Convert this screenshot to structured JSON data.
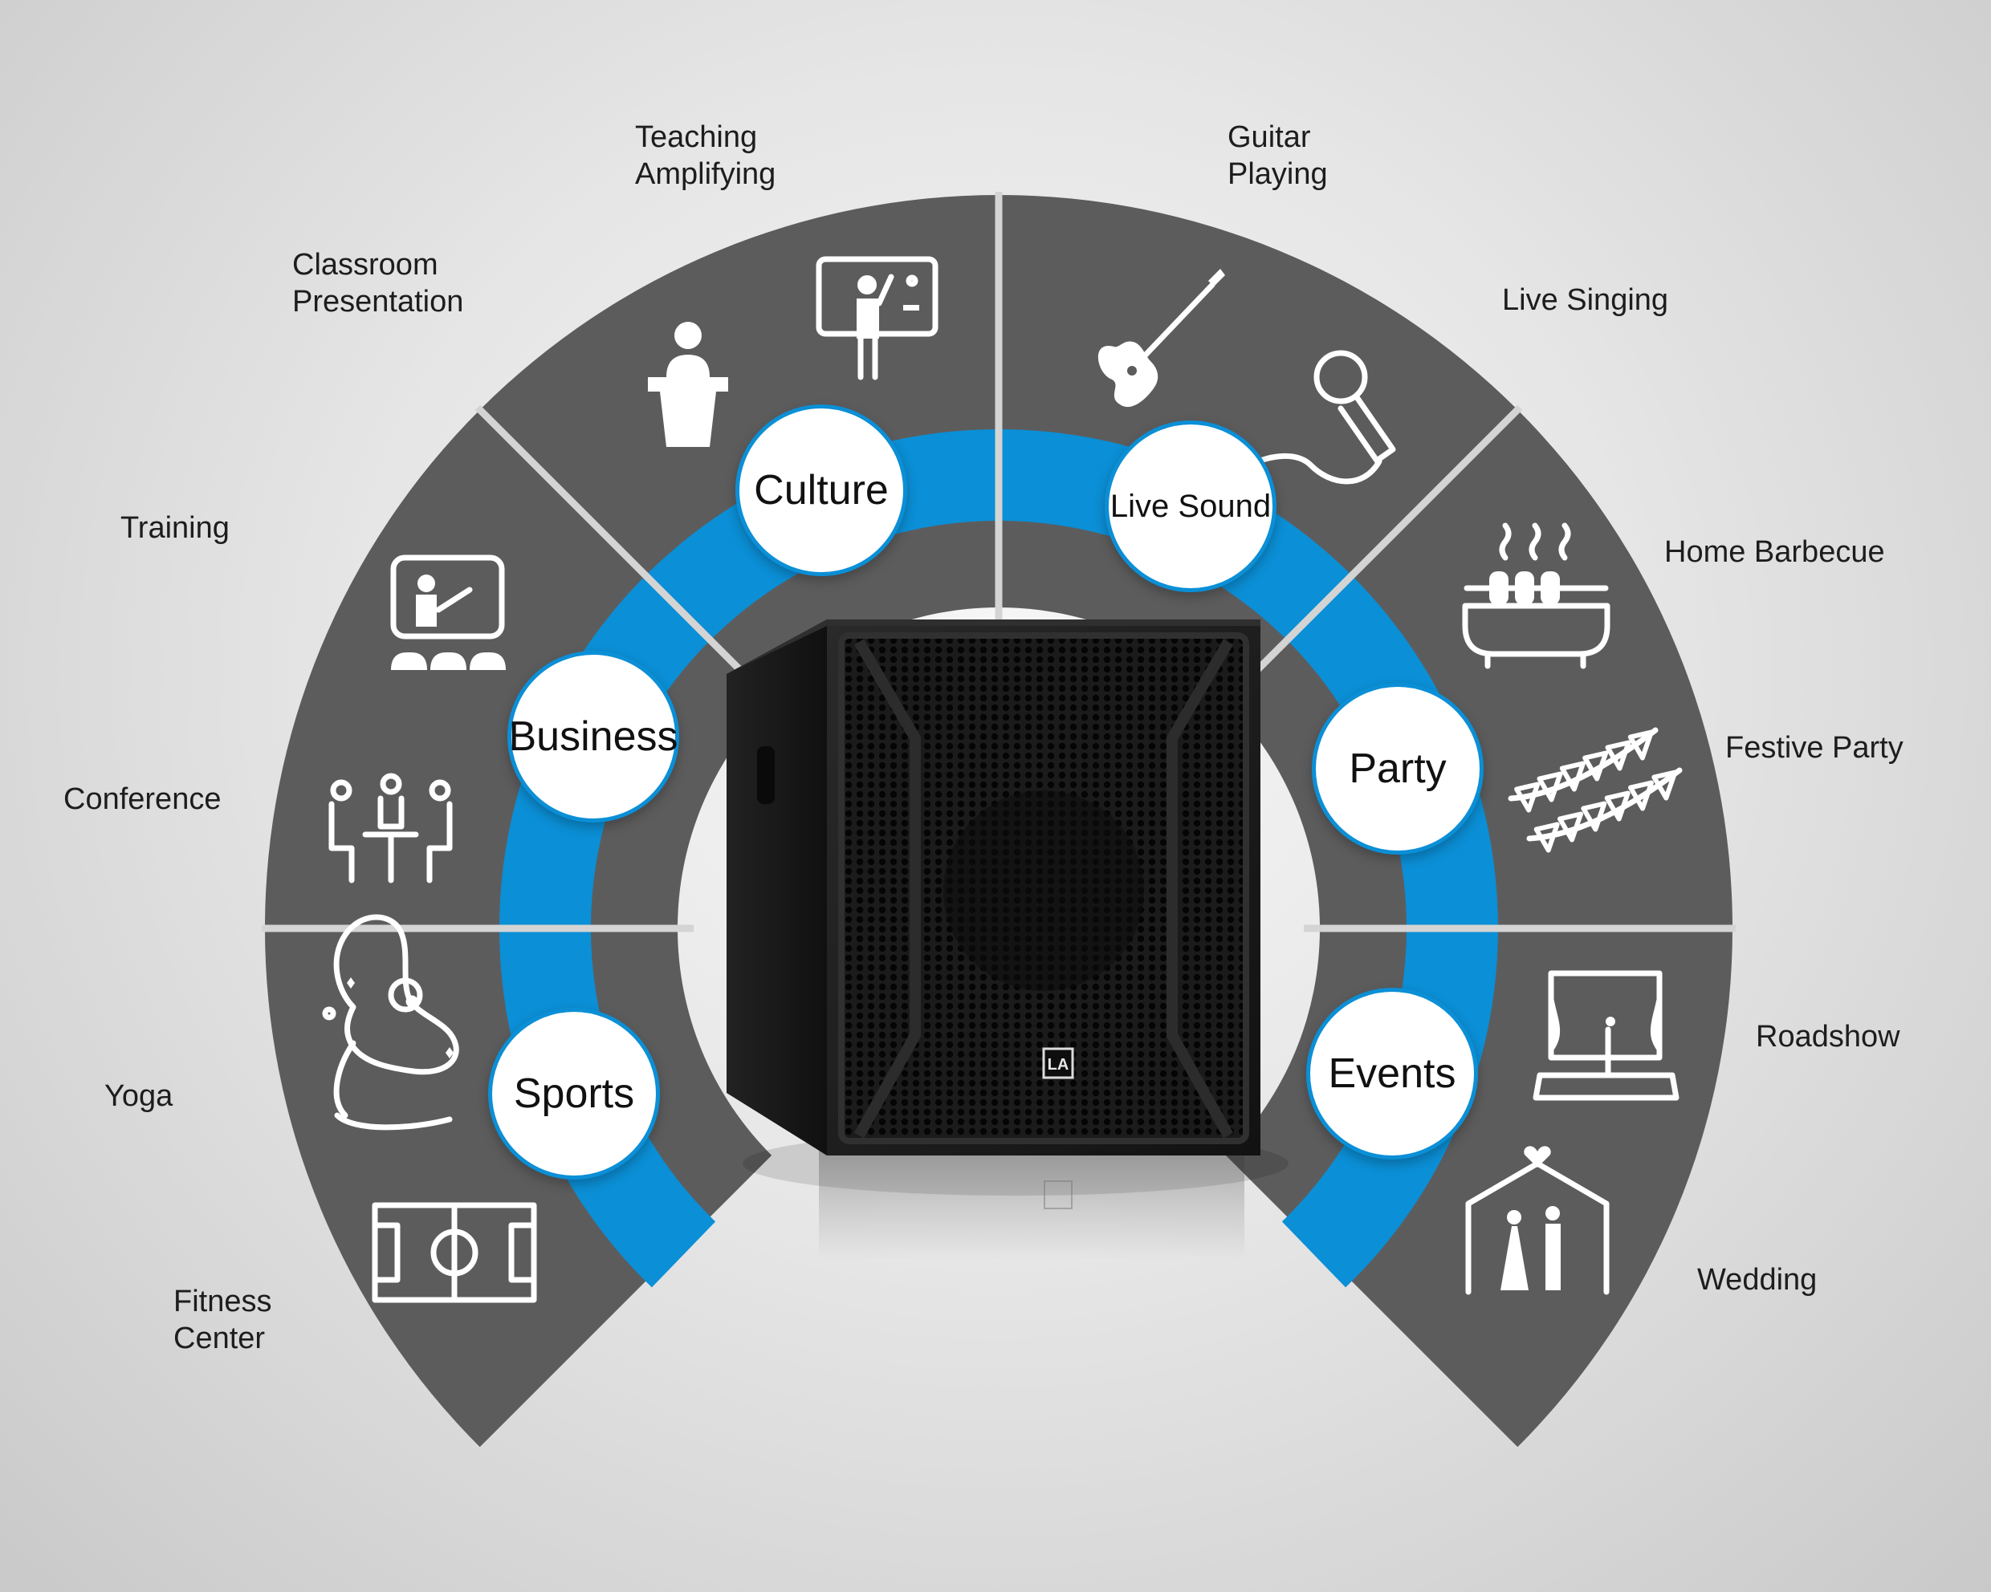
{
  "colors": {
    "sector_fill": "#5d5c5d",
    "separator": "#d4d4d4",
    "ring_blue": "#0b8fd6",
    "icon_white": "#ffffff",
    "circle_fill": "#ffffff",
    "label_text": "#1d1d1d"
  },
  "categories": [
    {
      "id": "culture",
      "label": "Culture"
    },
    {
      "id": "live-sound",
      "label": "Live Sound"
    },
    {
      "id": "business",
      "label": "Business"
    },
    {
      "id": "party",
      "label": "Party"
    },
    {
      "id": "sports",
      "label": "Sports"
    },
    {
      "id": "events",
      "label": "Events"
    }
  ],
  "applications": {
    "teaching_amplifying": [
      "Teaching",
      "Amplifying"
    ],
    "classroom_presentation": [
      "Classroom",
      "Presentation"
    ],
    "guitar_playing": [
      "Guitar",
      "Playing"
    ],
    "live_singing": [
      "Live Singing"
    ],
    "training": [
      "Training"
    ],
    "conference": [
      "Conference"
    ],
    "home_barbecue": [
      "Home Barbecue"
    ],
    "festive_party": [
      "Festive Party"
    ],
    "yoga": [
      "Yoga"
    ],
    "fitness_center": [
      "Fitness",
      "Center"
    ],
    "roadshow": [
      "Roadshow"
    ],
    "wedding": [
      "Wedding"
    ]
  },
  "icons": [
    "podium-speaker-icon",
    "teacher-whiteboard-icon",
    "electric-guitar-icon",
    "microphone-icon",
    "training-screen-icon",
    "conference-meeting-icon",
    "barbecue-grill-icon",
    "bunting-flags-icon",
    "yoga-pose-icon",
    "football-pitch-icon",
    "stage-curtain-icon",
    "wedding-arch-icon"
  ],
  "product": {
    "logo_text": "LA"
  }
}
